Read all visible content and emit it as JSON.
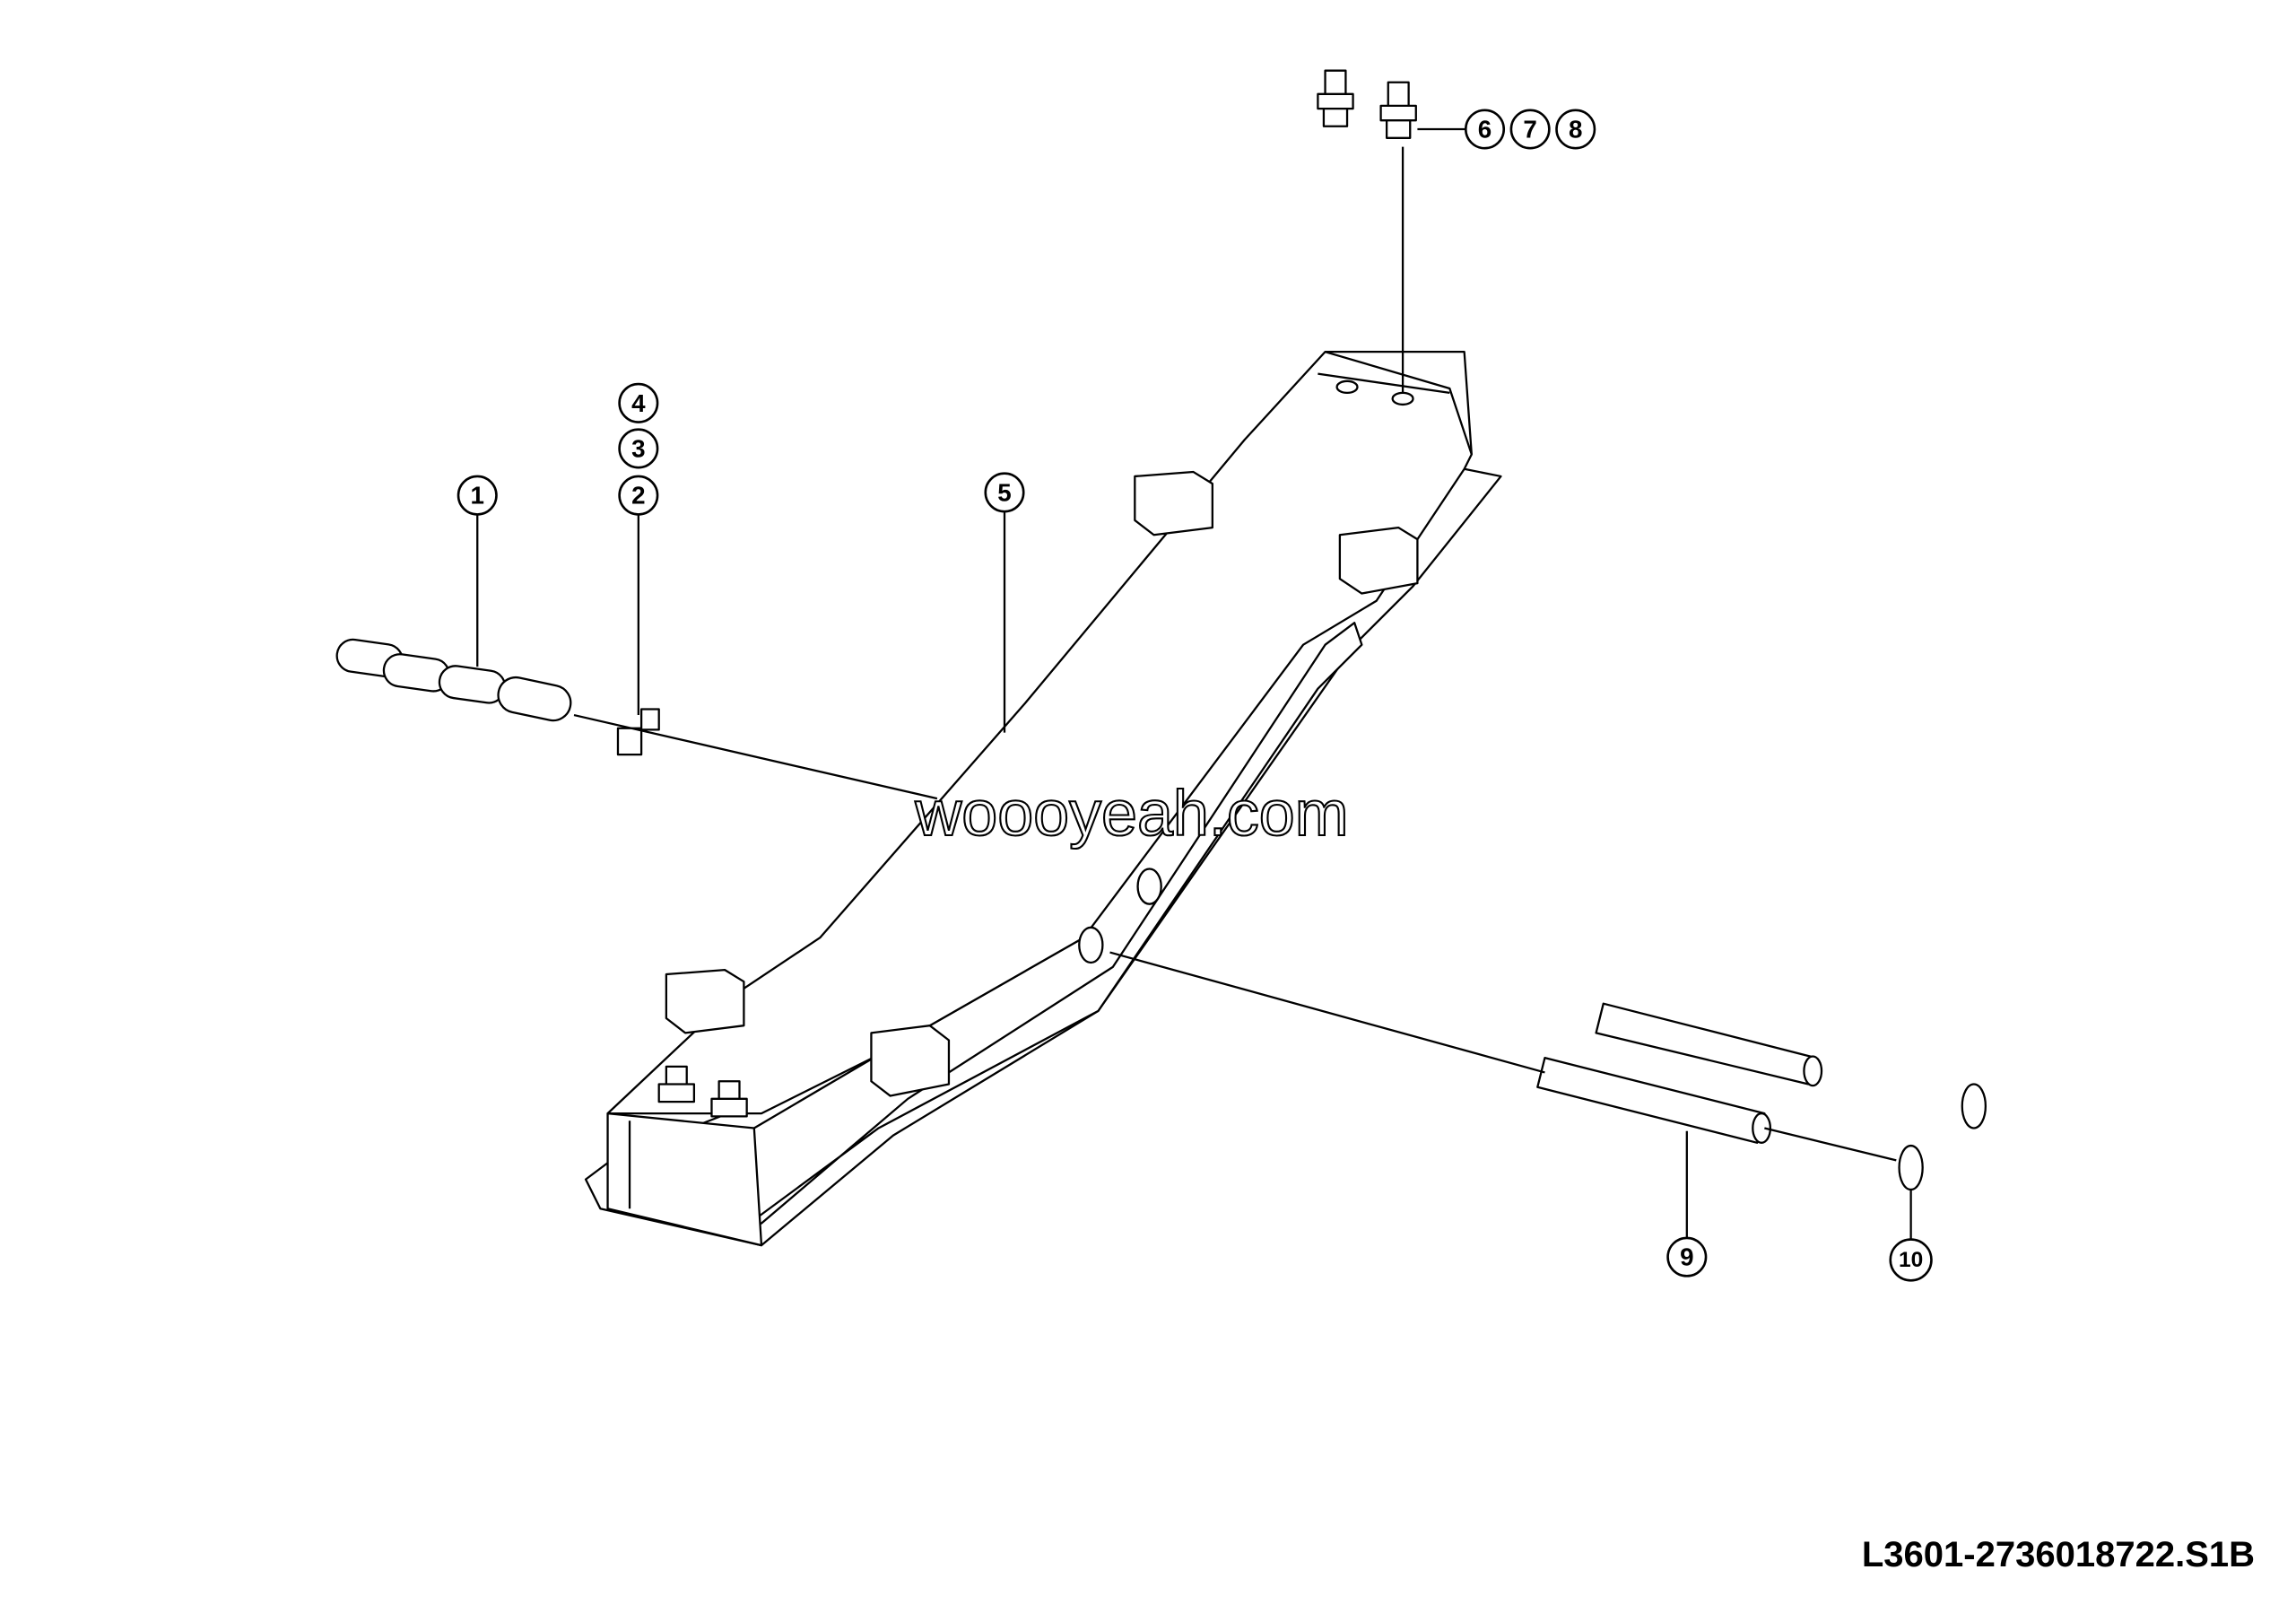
{
  "callouts": {
    "c1": "1",
    "c2": "2",
    "c3": "3",
    "c4": "4",
    "c5": "5",
    "c6": "6",
    "c7": "7",
    "c8": "8",
    "c9": "9",
    "c10": "10"
  },
  "watermark": "woooyeah.com",
  "drawing_code": "L3601-2736018722.S1B"
}
